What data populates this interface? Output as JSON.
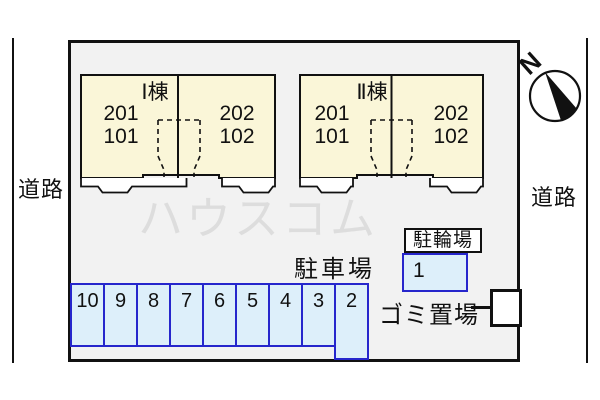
{
  "site": {
    "road_left_label": "道路",
    "road_right_label": "道路",
    "watermark": "ハウスコム",
    "compass_label": "N"
  },
  "buildings": [
    {
      "name": "Ⅰ棟",
      "left_units": [
        "201",
        "101"
      ],
      "right_units": [
        "202",
        "102"
      ]
    },
    {
      "name": "Ⅱ棟",
      "left_units": [
        "201",
        "101"
      ],
      "right_units": [
        "202",
        "102"
      ]
    }
  ],
  "parking": {
    "label": "駐車場",
    "spaces": [
      "10",
      "9",
      "8",
      "7",
      "6",
      "5",
      "4",
      "3",
      "2"
    ]
  },
  "bicycle": {
    "label": "駐輪場",
    "space": "1"
  },
  "garbage": {
    "label": "ゴミ置場"
  },
  "colors": {
    "site_fill": "#f2f2f2",
    "building_fill": "#faf6d8",
    "parking_fill": "#ddeffa",
    "parking_border": "#2626cc",
    "line": "#111111"
  }
}
